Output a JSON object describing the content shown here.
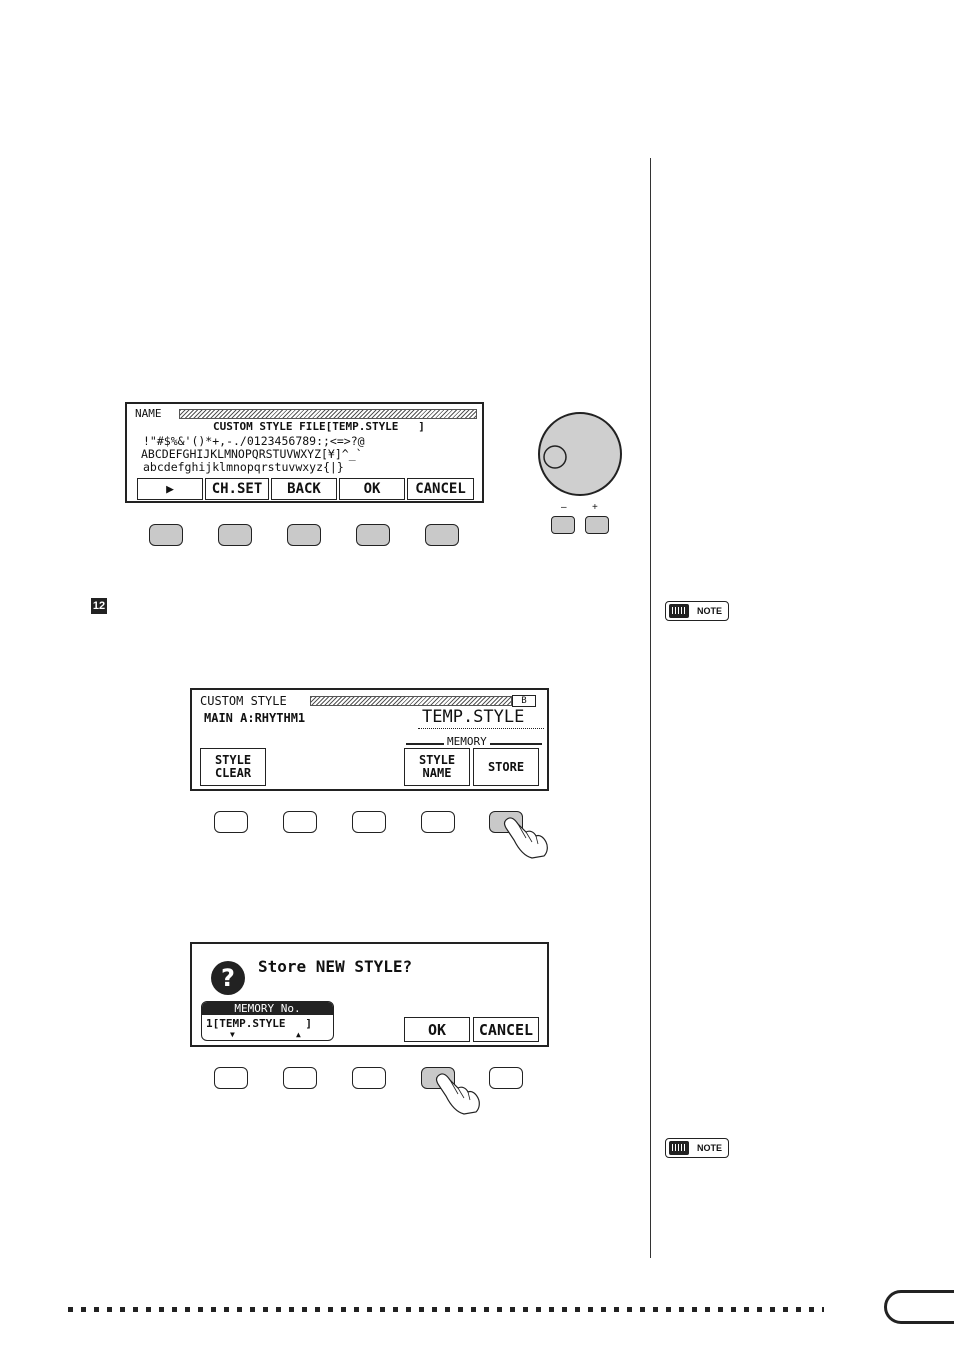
{
  "step_marker": "12",
  "name_screen": {
    "title": "NAME",
    "header": "CUSTOM STYLE FILE[TEMP.STYLE   ]",
    "charset_rows": [
      "!\"#$%&'()*+,-./0123456789:;<=>?@",
      "ABCDEFGHIJKLMNOPQRSTUVWXYZ[¥]^_`",
      "abcdefghijklmnopqrstuvwxyz{|}"
    ],
    "softkeys": [
      "▶",
      "CH.SET",
      "BACK",
      "OK",
      "CANCEL"
    ],
    "dial_minus": "–",
    "dial_plus": "+"
  },
  "custom_style_screen": {
    "title": "CUSTOM STYLE",
    "badge": "B",
    "section": "MAIN A:RHYTHM1",
    "style_name": "TEMP.STYLE",
    "memory_label": "MEMORY",
    "softkeys": [
      "STYLE\nCLEAR",
      "STYLE\nNAME",
      "STORE"
    ]
  },
  "store_dialog": {
    "question": "Store NEW STYLE?",
    "memory_header": "MEMORY No.",
    "memory_value": "1[TEMP.STYLE   ]",
    "softkeys": [
      "OK",
      "CANCEL"
    ]
  },
  "notes": [
    "NOTE",
    "NOTE"
  ]
}
